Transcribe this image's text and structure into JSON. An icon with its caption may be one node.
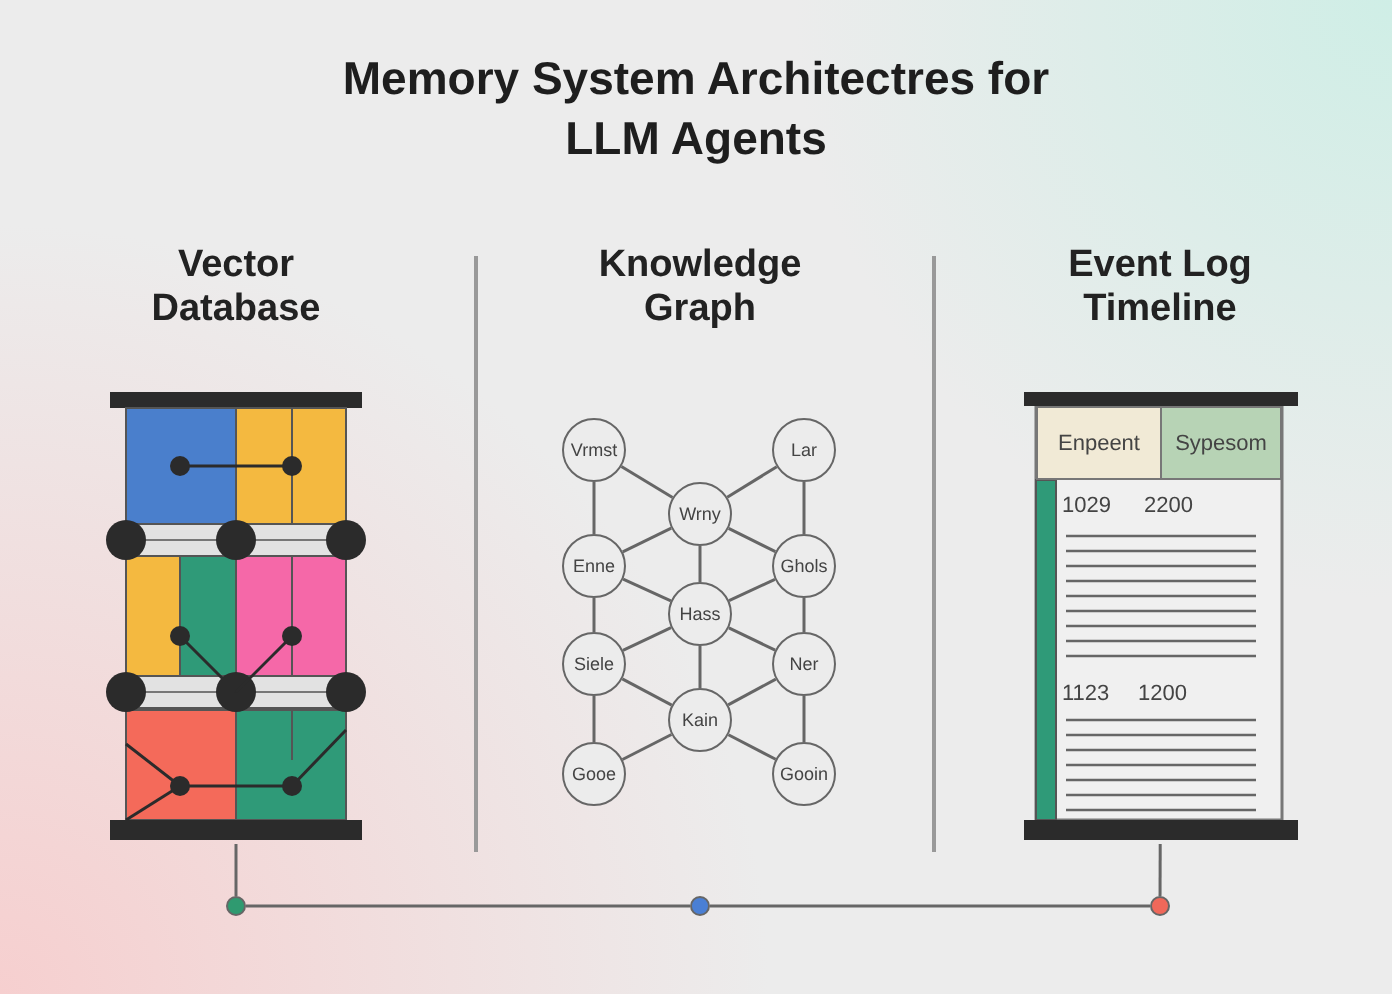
{
  "diagram": {
    "title": "Memory System Architectres for LLM Agents",
    "nodes": [
      {
        "text": [
          "Vector Database"
        ]
      },
      {
        "text": [
          "Vrmst"
        ]
      },
      {
        "text": [
          "Lar"
        ]
      },
      {
        "text": [
          "Wrny"
        ]
      },
      {
        "text": [
          "Enne"
        ]
      },
      {
        "text": [
          "Ghols"
        ]
      },
      {
        "text": [
          "Hass"
        ]
      },
      {
        "text": [
          "Siele"
        ]
      },
      {
        "text": [
          "Ner"
        ]
      },
      {
        "text": [
          "Kain"
        ]
      },
      {
        "text": [
          "Gooe"
        ]
      },
      {
        "text": [
          "Gooin"
        ]
      },
      {
        "text": [
          "Event Log Timeline"
        ]
      },
      {
        "text": [
          "Enpeent"
        ],
        "in": 12
      },
      {
        "text": [
          "Sypesom"
        ],
        "in": 12
      },
      {
        "text": [],
        "shape": "circle"
      },
      {
        "text": [],
        "shape": "circle"
      },
      {
        "text": [],
        "shape": "circle"
      }
    ],
    "edges": [
      {
        "from": 1,
        "to": 3,
        "arrow": "none"
      },
      {
        "from": 2,
        "to": 3,
        "arrow": "none"
      },
      {
        "from": 1,
        "to": 4,
        "arrow": "none"
      },
      {
        "from": 2,
        "to": 5,
        "arrow": "none"
      },
      {
        "from": 3,
        "to": 4,
        "arrow": "none"
      },
      {
        "from": 3,
        "to": 5,
        "arrow": "none"
      },
      {
        "from": 3,
        "to": 6,
        "arrow": "none"
      },
      {
        "from": 4,
        "to": 6,
        "arrow": "none"
      },
      {
        "from": 5,
        "to": 6,
        "arrow": "none"
      },
      {
        "from": 4,
        "to": 7,
        "arrow": "none"
      },
      {
        "from": 5,
        "to": 8,
        "arrow": "none"
      },
      {
        "from": 6,
        "to": 7,
        "arrow": "none"
      },
      {
        "from": 6,
        "to": 8,
        "arrow": "none"
      },
      {
        "from": 6,
        "to": 9,
        "arrow": "none"
      },
      {
        "from": 7,
        "to": 9,
        "arrow": "none"
      },
      {
        "from": 8,
        "to": 9,
        "arrow": "none"
      },
      {
        "from": 7,
        "to": 10,
        "arrow": "none"
      },
      {
        "from": 8,
        "to": 11,
        "arrow": "none"
      },
      {
        "from": 9,
        "to": 10,
        "arrow": "none"
      },
      {
        "from": 9,
        "to": 11,
        "arrow": "none"
      },
      {
        "from": 0,
        "to": 15,
        "arrow": "none"
      },
      {
        "from": 12,
        "to": 17,
        "arrow": "none"
      },
      {
        "from": 15,
        "to": 16,
        "arrow": "none"
      },
      {
        "from": 16,
        "to": 17,
        "arrow": "none"
      }
    ],
    "labels": [
      "Knowledge Graph",
      "1029",
      "2200",
      "1123",
      "1200"
    ]
  }
}
